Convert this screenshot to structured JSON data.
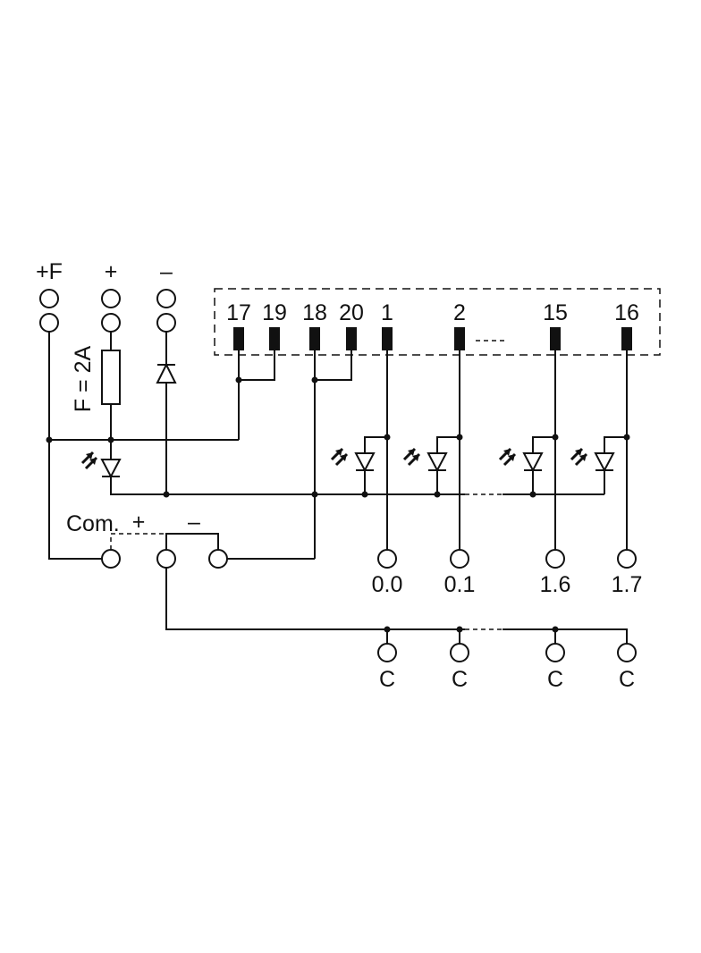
{
  "supply": {
    "plus_f": "+F",
    "plus": "+",
    "minus": "–"
  },
  "fuse_label": "F = 2A",
  "pins": [
    "17",
    "19",
    "18",
    "20",
    "1",
    "2",
    "15",
    "16"
  ],
  "common": {
    "label": "Com.",
    "plus": "+",
    "minus": "–"
  },
  "outputs": [
    "0.0",
    "0.1",
    "1.6",
    "1.7"
  ],
  "commons": [
    "C",
    "C",
    "C",
    "C"
  ]
}
